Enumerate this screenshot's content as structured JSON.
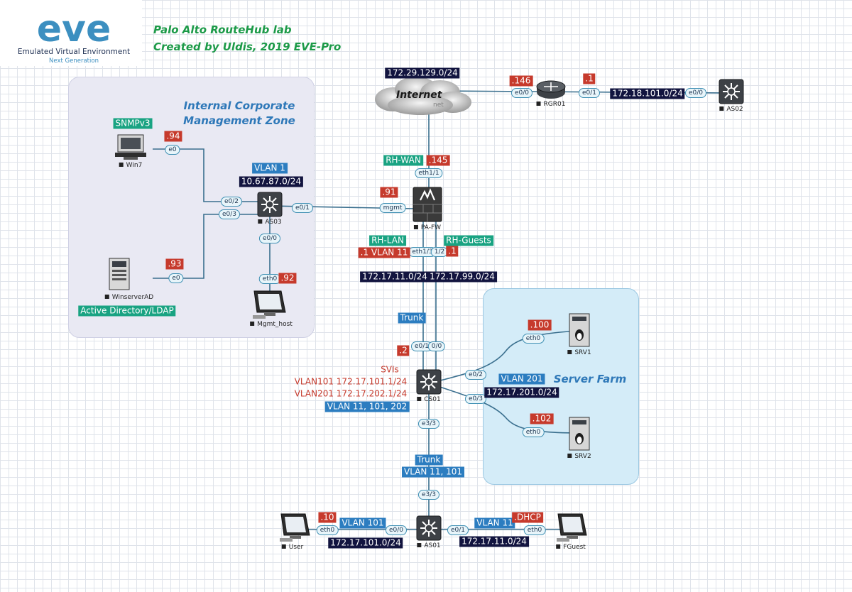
{
  "header": {
    "title_line1": "Palo Alto RouteHub lab",
    "title_line2": "Created by Uldis, 2019 EVE-Pro"
  },
  "logo": {
    "wordmark": "eve",
    "name": "Emulated Virtual Environment",
    "tagline": "Next Generation"
  },
  "zones": {
    "mgmt_title": "Internal Corporate\nManagement Zone",
    "farm_title": "Server Farm"
  },
  "cloud": {
    "label": "Internet",
    "faint_label": "net"
  },
  "nodes": {
    "win7": "Win7",
    "winserverad": "WinserverAD",
    "mgmt_host": "Mgmt_host",
    "as03": "AS03",
    "pa_fw": "PA-FW",
    "rgr01": "RGR01",
    "as02": "AS02",
    "srv1": "SRV1",
    "srv2": "SRV2",
    "cs01": "CS01",
    "as01": "AS01",
    "user": "User",
    "fguest": "FGuest"
  },
  "labels": {
    "snmpv3": "SNMPv3",
    "win7_ip": ".94",
    "vlan1": "VLAN 1",
    "mgmt_subnet": "10.67.87.0/24",
    "winserver_ip": ".93",
    "active_directory": "Active Directory/LDAP",
    "mgmt_host_ip": ".92",
    "pa_mgmt_ip": ".91",
    "inet_subnet": "172.29.129.0/24",
    "rgr_left_ip": ".146",
    "rgr_right_ip": ".1",
    "as02_subnet": "172.18.101.0/24",
    "rh_wan": "RH-WAN",
    "wan_ip": ".145",
    "rh_lan": "RH-LAN",
    "rh_guests": "RH-Guests",
    "lan_vlan": ".1 VLAN 11",
    "guests_ip": ".1",
    "lan_subnet": "172.17.11.0/24",
    "guests_subnet": "172.17.99.0/24",
    "trunk_upper": "Trunk",
    "cs01_ip": ".2",
    "svis": "SVIs",
    "svi_101": "VLAN101 172.17.101.1/24",
    "svi_201": "VLAN201 172.17.202.1/24",
    "cs01_vlans": "VLAN 11, 101, 202",
    "srv1_ip": ".100",
    "srv2_ip": ".102",
    "vlan201": "VLAN 201",
    "farm_subnet": "172.17.201.0/24",
    "trunk_lower": "Trunk",
    "trunk_vlans": "VLAN 11, 101",
    "user_ip": ".10",
    "vlan101": "VLAN 101",
    "user_subnet": "172.17.101.0/24",
    "vlan11": "VLAN 11",
    "dhcp": ".DHCP",
    "fguest_subnet": "172.17.11.0/24"
  },
  "interfaces": {
    "win7_e0": "e0",
    "as03_e02": "e0/2",
    "as03_e03": "e0/3",
    "winserver_e0": "e0",
    "as03_e01": "e0/1",
    "as03_e00": "e0/0",
    "mgmt_eth0": "eth0",
    "pa_mgmt": "mgmt",
    "pa_eth11": "eth1/1",
    "pa_eth13": "eth1/3",
    "pa_eth12": "1/2",
    "rgr_e00": "e0/0",
    "rgr_e01": "e0/1",
    "as02_e00": "e0/0",
    "cs01_e01": "e0/1",
    "cs01_e00": "0/0",
    "cs01_e02": "e0/2",
    "cs01_e03": "e0/3",
    "cs01_e33": "e3/3",
    "srv1_eth0": "eth0",
    "srv2_eth0": "eth0",
    "as01_e33": "e3/3",
    "as01_e00": "e0/0",
    "as01_e01": "e0/1",
    "user_eth0": "eth0",
    "fguest_eth0": "eth0"
  },
  "colors": {
    "link": "#3a6f8e",
    "red_label": "#c63a2c",
    "navy_label": "#12143f",
    "blue_label": "#2c7dc0",
    "teal_label": "#19a382",
    "title_green": "#1c9a48",
    "zone_title_blue": "#2e78b8"
  }
}
